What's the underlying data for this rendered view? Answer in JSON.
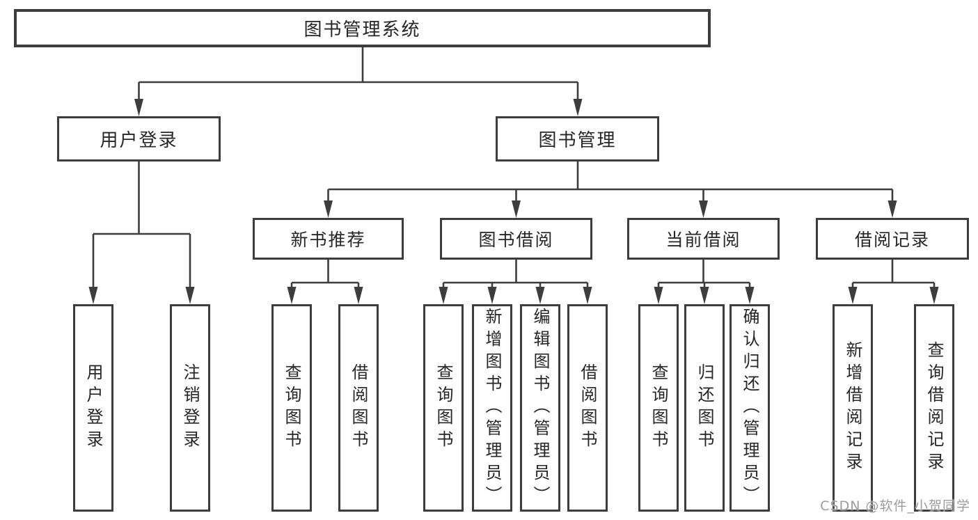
{
  "diagram": {
    "root": "图书管理系统",
    "level1": {
      "user_login": "用户登录",
      "book_mgmt": "图书管理"
    },
    "level2": {
      "new_rec": "新书推荐",
      "book_borrow": "图书借阅",
      "cur_borrow": "当前借阅",
      "borrow_rec": "借阅记录"
    },
    "leaves": {
      "ul_login": "用户登录",
      "ul_logout": "注销登录",
      "nr_query": "查询图书",
      "nr_borrow": "借阅图书",
      "bb_query": "查询图书",
      "bb_add": "新增图书（管理员）",
      "bb_edit": "编辑图书（管理员）",
      "bb_borrow": "借阅图书",
      "cb_query": "查询图书",
      "cb_return": "归还图书",
      "cb_confirm": "确认归还（管理员）",
      "br_add": "新增借阅记录",
      "br_query": "查询借阅记录"
    }
  },
  "watermark": "CSDN @软件_小贺同学",
  "colors": {
    "line": "#3d3d3d",
    "text": "#262626",
    "box_fill": "#ffffff",
    "background": "#ffffff",
    "watermark": "#9c9c9c"
  }
}
